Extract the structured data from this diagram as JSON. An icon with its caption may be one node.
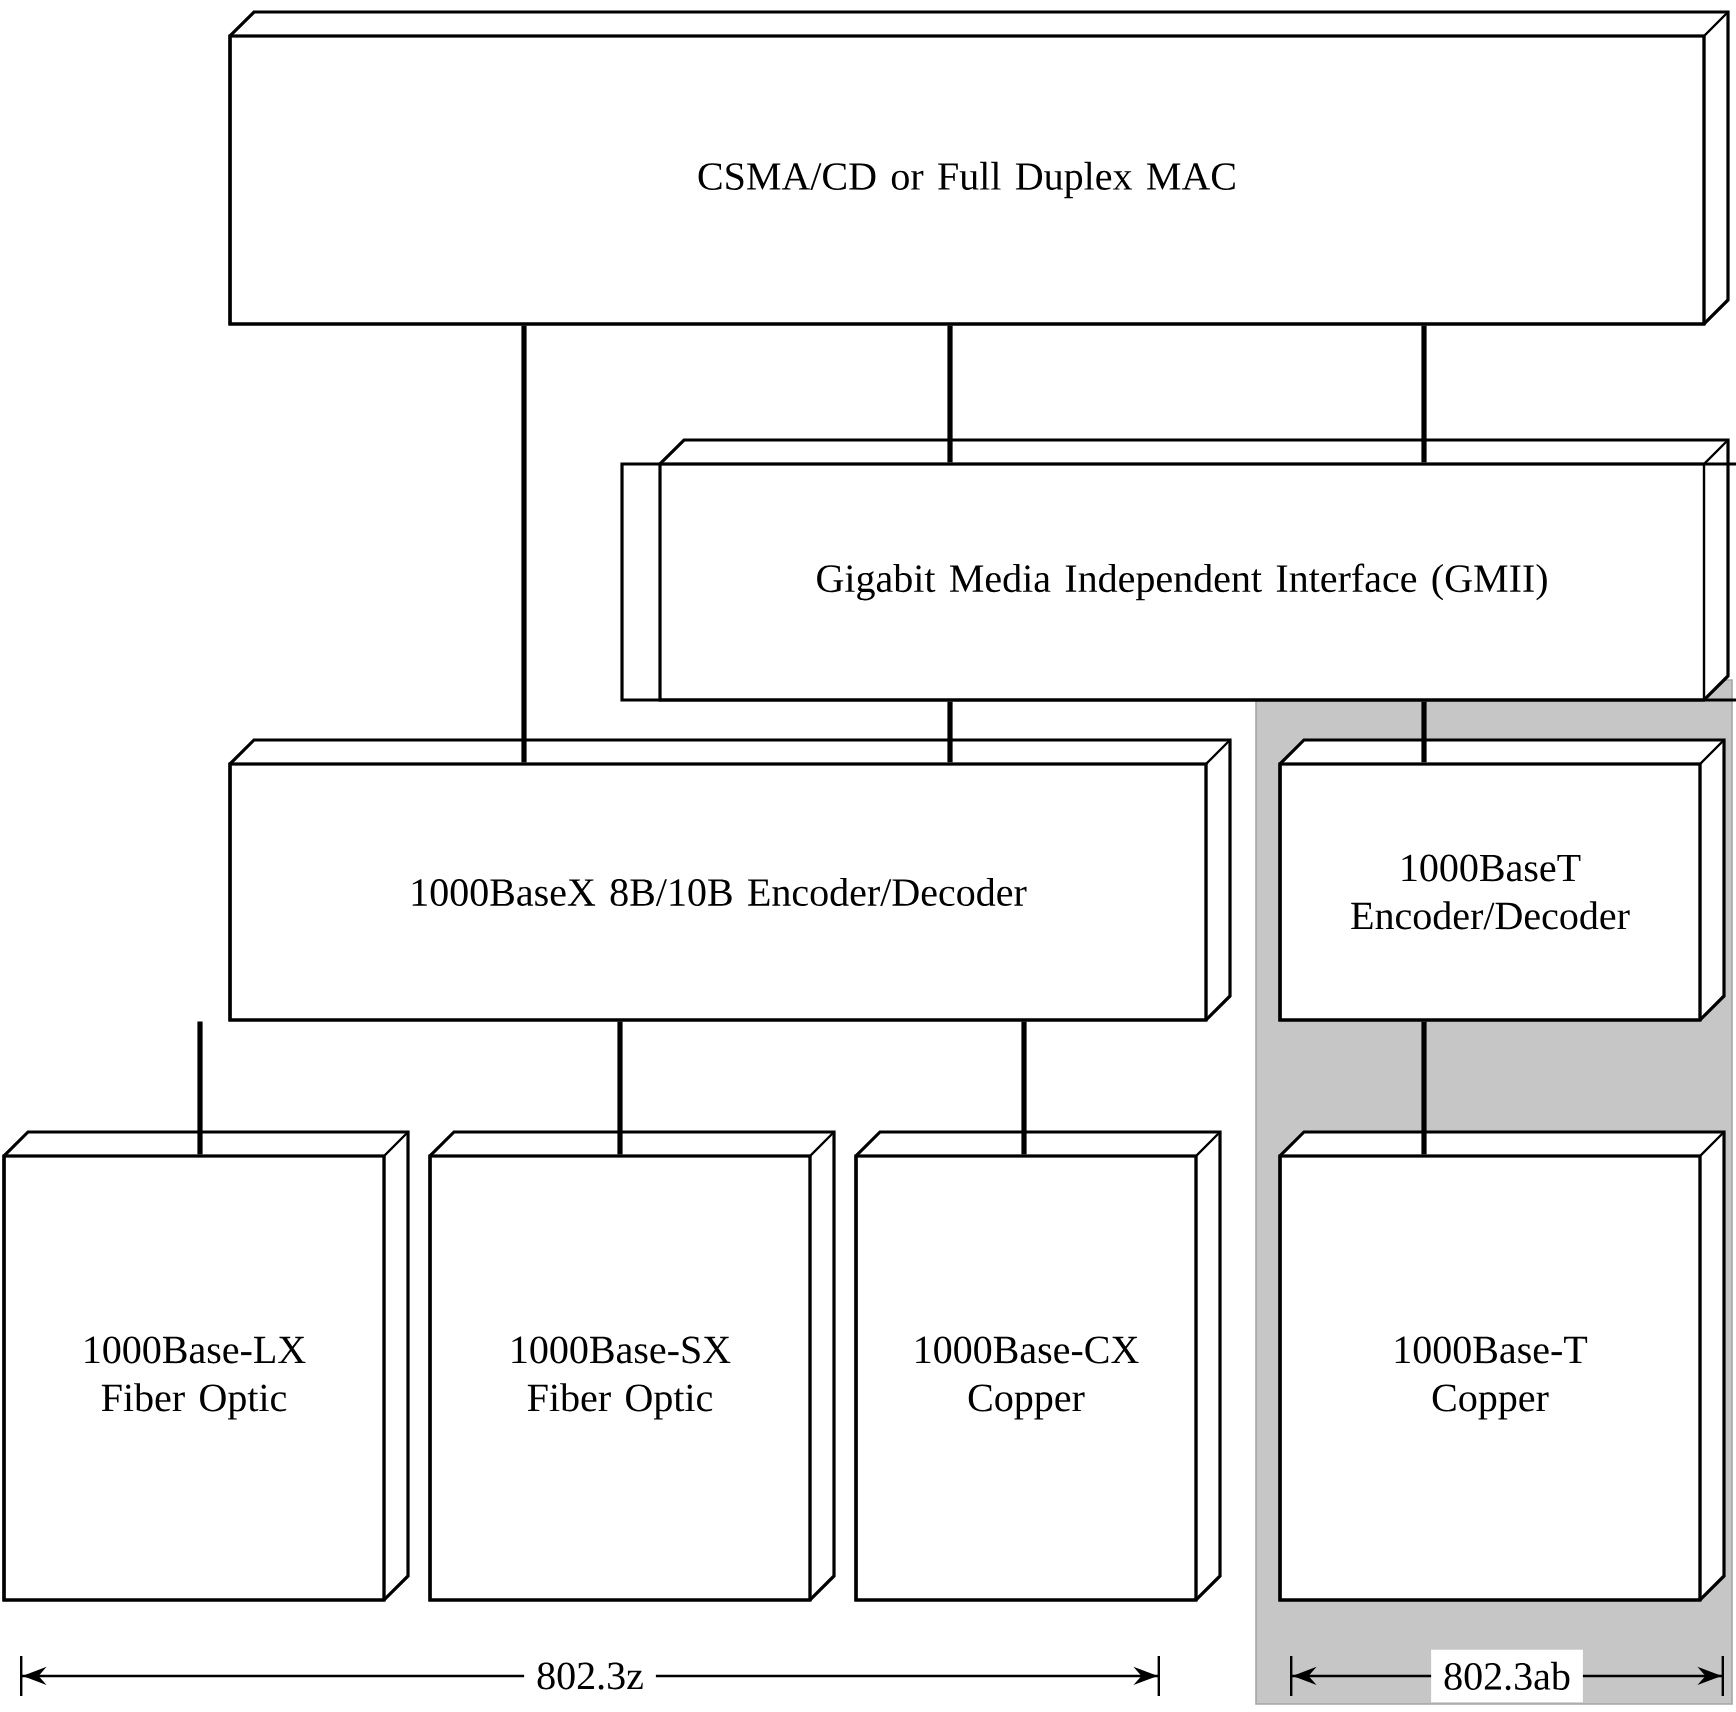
{
  "diagram": {
    "nodes": [
      {
        "text": [
          "CSMA/CD or Full Duplex MAC"
        ]
      },
      {
        "text": [
          "Gigabit Media Independent Interface (GMII)"
        ]
      },
      {
        "text": [
          "1000BaseX 8B/10B Encoder/Decoder"
        ]
      },
      {
        "text": [
          "1000BaseT Encoder/Decoder"
        ]
      },
      {
        "text": [
          "1000Base-LX Fiber Optic"
        ]
      },
      {
        "text": [
          "1000Base-SX Fiber Optic"
        ]
      },
      {
        "text": [
          "1000Base-CX Copper"
        ]
      },
      {
        "text": [
          "1000Base-T Copper"
        ]
      }
    ],
    "edges": [
      {
        "from": 0,
        "to": 2,
        "arrow": "none"
      },
      {
        "from": 0,
        "to": 1,
        "arrow": "none"
      },
      {
        "from": 0,
        "to": 1,
        "arrow": "none"
      },
      {
        "from": 1,
        "to": 2,
        "arrow": "none"
      },
      {
        "from": 1,
        "to": 3,
        "arrow": "none"
      },
      {
        "from": 2,
        "to": 4,
        "arrow": "none"
      },
      {
        "from": 2,
        "to": 5,
        "arrow": "none"
      },
      {
        "from": 2,
        "to": 6,
        "arrow": "none"
      },
      {
        "from": 3,
        "to": 7,
        "arrow": "none"
      }
    ],
    "labels": [
      "802.3z",
      "802.3ab"
    ]
  }
}
